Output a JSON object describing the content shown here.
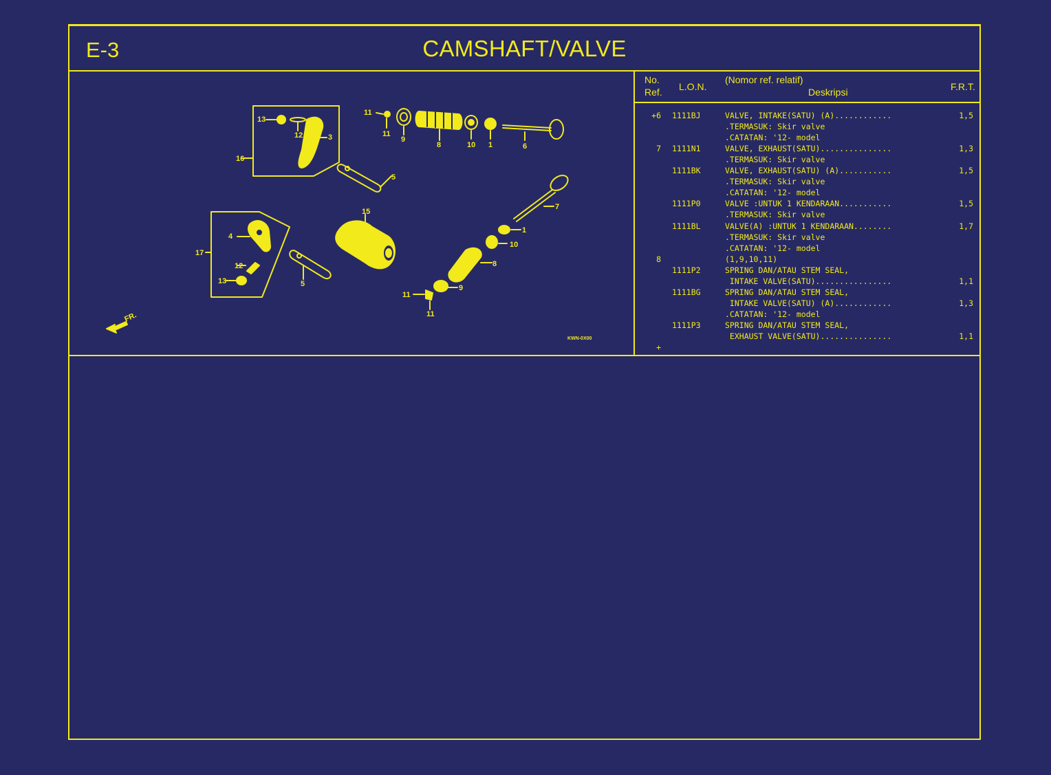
{
  "header": {
    "section_code": "E-3",
    "title": "CAMSHAFT/VALVE"
  },
  "diagram": {
    "callouts": {
      "c13a": "13",
      "c12a": "12",
      "c3": "3",
      "c16": "16",
      "c11a": "11",
      "c11b": "11",
      "c9a": "9",
      "c8a": "8",
      "c10a": "10",
      "c1a": "1",
      "c6": "6",
      "c5a": "5",
      "c15": "15",
      "c7": "7",
      "c1b": "1",
      "c10b": "10",
      "c8b": "8",
      "c9b": "9",
      "c11c": "11",
      "c11d": "11",
      "c4": "4",
      "c17": "17",
      "c12b": "12",
      "c13b": "13",
      "c5b": "5"
    },
    "fr_label": "FR.",
    "code_label": "KWN-0X00"
  },
  "table": {
    "headers": {
      "no_ref_1": "No.",
      "no_ref_2": "Ref.",
      "lon": "L.O.N.",
      "desc_sub": "(Nomor ref. relatif)",
      "desc": "Deskripsi",
      "frt": "F.R.T."
    },
    "rows": [
      {
        "ref": "+6",
        "lon": "1111BJ",
        "desc": "VALVE, INTAKE(SATU) (A)............",
        "frt": "1,5"
      },
      {
        "ref": "",
        "lon": "",
        "desc": ".TERMASUK: Skir valve",
        "frt": ""
      },
      {
        "ref": "",
        "lon": "",
        "desc": ".CATATAN: '12- model",
        "frt": ""
      },
      {
        "ref": "7",
        "lon": "1111N1",
        "desc": "VALVE, EXHAUST(SATU)...............",
        "frt": "1,3"
      },
      {
        "ref": "",
        "lon": "",
        "desc": ".TERMASUK: Skir valve",
        "frt": ""
      },
      {
        "ref": "",
        "lon": "1111BK",
        "desc": "VALVE, EXHAUST(SATU) (A)...........",
        "frt": "1,5"
      },
      {
        "ref": "",
        "lon": "",
        "desc": ".TERMASUK: Skir valve",
        "frt": ""
      },
      {
        "ref": "",
        "lon": "",
        "desc": ".CATATAN: '12- model",
        "frt": ""
      },
      {
        "ref": "",
        "lon": "1111P0",
        "desc": "VALVE :UNTUK 1 KENDARAAN...........",
        "frt": "1,5"
      },
      {
        "ref": "",
        "lon": "",
        "desc": ".TERMASUK: Skir valve",
        "frt": ""
      },
      {
        "ref": "",
        "lon": "1111BL",
        "desc": "VALVE(A) :UNTUK 1 KENDARAAN........",
        "frt": "1,7"
      },
      {
        "ref": "",
        "lon": "",
        "desc": ".TERMASUK: Skir valve",
        "frt": ""
      },
      {
        "ref": "",
        "lon": "",
        "desc": ".CATATAN: '12- model",
        "frt": ""
      },
      {
        "ref": "8",
        "lon": "",
        "desc": "(1,9,10,11)",
        "frt": ""
      },
      {
        "ref": "",
        "lon": "1111P2",
        "desc": "SPRING DAN/ATAU STEM SEAL,",
        "frt": ""
      },
      {
        "ref": "",
        "lon": "",
        "desc": " INTAKE VALVE(SATU)................",
        "frt": "1,1"
      },
      {
        "ref": "",
        "lon": "1111BG",
        "desc": "SPRING DAN/ATAU STEM SEAL,",
        "frt": ""
      },
      {
        "ref": "",
        "lon": "",
        "desc": " INTAKE VALVE(SATU) (A)............",
        "frt": "1,3"
      },
      {
        "ref": "",
        "lon": "",
        "desc": ".CATATAN: '12- model",
        "frt": ""
      },
      {
        "ref": "",
        "lon": "1111P3",
        "desc": "SPRING DAN/ATAU STEM SEAL,",
        "frt": ""
      },
      {
        "ref": "",
        "lon": "",
        "desc": " EXHAUST VALVE(SATU)...............",
        "frt": "1,1"
      },
      {
        "ref": "+",
        "lon": "",
        "desc": "",
        "frt": ""
      }
    ]
  }
}
